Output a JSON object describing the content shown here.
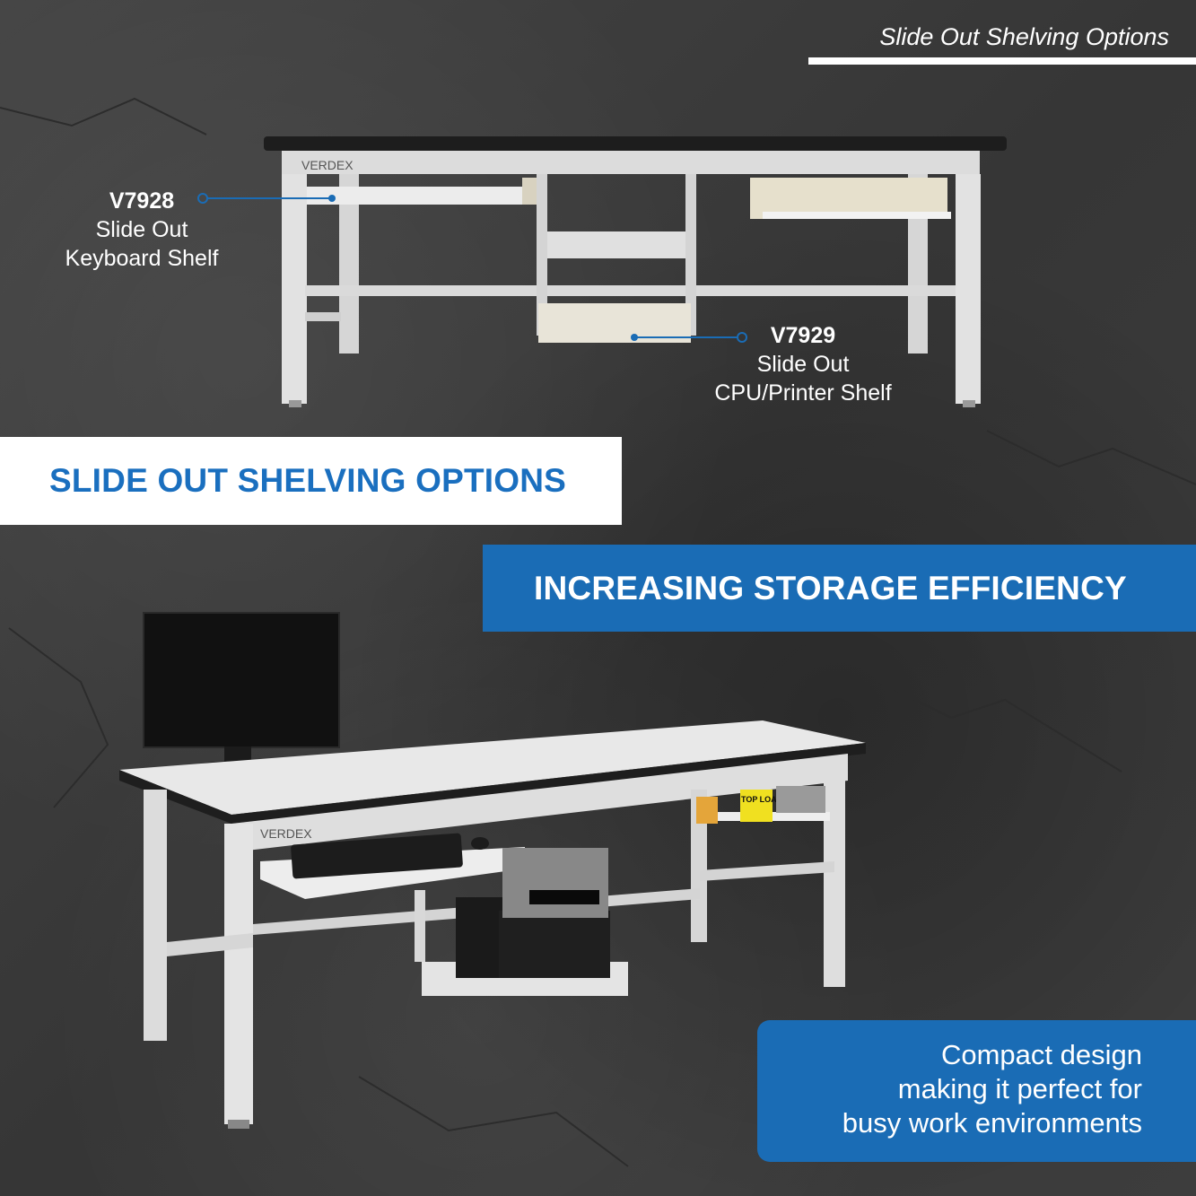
{
  "header": {
    "title": "Slide Out Shelving Options"
  },
  "callouts": [
    {
      "code": "V7928",
      "line1": "Slide Out",
      "line2": "Keyboard Shelf"
    },
    {
      "code": "V7929",
      "line1": "Slide Out",
      "line2": "CPU/Printer Shelf"
    }
  ],
  "banners": {
    "white": "SLIDE OUT SHELVING OPTIONS",
    "blue": "INCREASING STORAGE EFFICIENCY"
  },
  "info_box": {
    "line1": "Compact design",
    "line2": "making it perfect for",
    "line3": "busy work environments"
  },
  "brand_marks": {
    "top_bench": "VERDEX",
    "bottom_bench": "VERDEX",
    "box_label": "TOP LOAD ONLY"
  },
  "colors": {
    "accent_blue": "#1a6cb5",
    "white": "#ffffff",
    "background": "#3a3a3a"
  }
}
